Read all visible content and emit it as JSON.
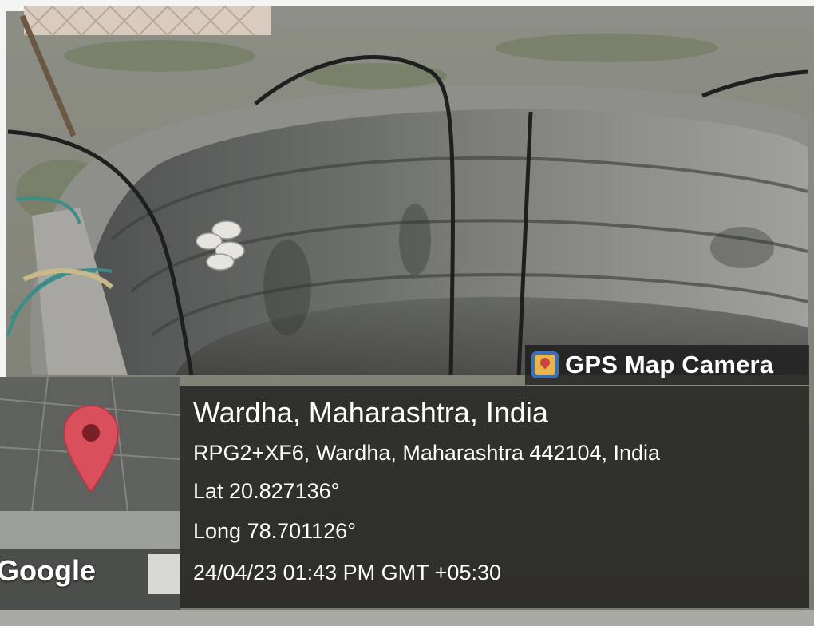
{
  "overlay": {
    "app_title": "GPS Map Camera",
    "place": "Wardha, Maharashtra, India",
    "address": "RPG2+XF6, Wardha, Maharashtra 442104, India",
    "latitude": "Lat 20.827136°",
    "longitude": "Long 78.701126°",
    "datetime": "24/04/23 01:43 PM GMT +05:30"
  },
  "map_thumbnail": {
    "watermark": "Google",
    "marker_icon": "map-pin-icon"
  },
  "colors": {
    "marker": "#d9505c",
    "overlay_background": "#141414",
    "overlay_text": "#ffffff"
  }
}
